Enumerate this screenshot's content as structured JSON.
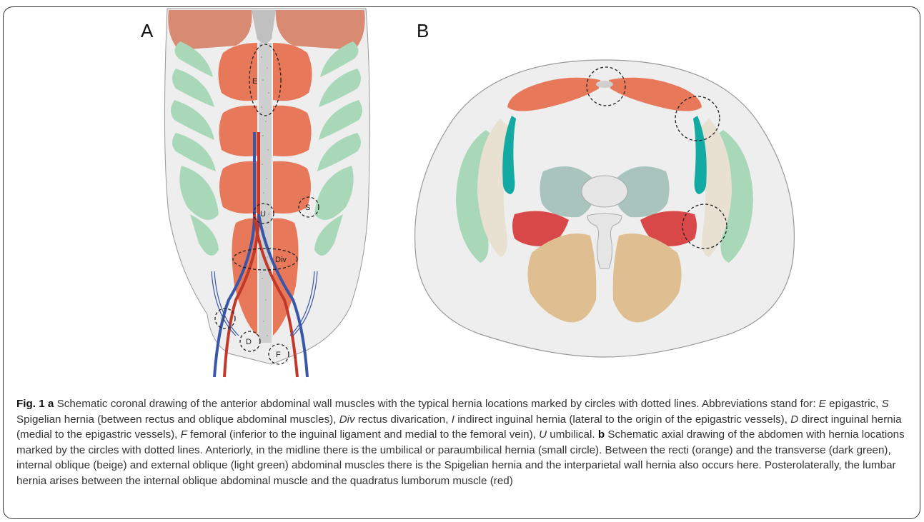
{
  "figure": {
    "panel_a_letter": "A",
    "panel_b_letter": "B",
    "labels": {
      "epigastric": "E",
      "spigelian": "S",
      "umbilical": "U",
      "divarication": "Div",
      "indirect": "I",
      "direct": "D",
      "femoral": "F"
    },
    "colors": {
      "rectus": "#e8785a",
      "external_oblique": "#a8d8b8",
      "transverse": "#14aaa4",
      "internal_oblique": "#e8e0d0",
      "quadratus": "#d94848",
      "psoas_blue": "#a8c4bc",
      "paraspinal": "#dfbf92",
      "background_wall": "#eeeeee"
    }
  },
  "caption": {
    "fig_label": "Fig. 1",
    "a_label": "a",
    "a_text_1": "Schematic coronal drawing of the anterior abdominal wall muscles with the typical hernia locations marked by circles with dotted lines. Abbreviations stand for:",
    "abbr_E": "E",
    "abbr_E_text": "epigastric,",
    "abbr_S": "S",
    "abbr_S_text": "Spigelian hernia (between rectus and oblique abdominal muscles),",
    "abbr_Div": "Div",
    "abbr_Div_text": "rectus divarication,",
    "abbr_I": "I",
    "abbr_I_text": "indirect inguinal hernia (lateral to the origin of the epigastric vessels),",
    "abbr_D": "D",
    "abbr_D_text": "direct inguinal hernia (medial to the epigastric vessels),",
    "abbr_F": "F",
    "abbr_F_text": "femoral (inferior to the inguinal ligament and medial to the femoral vein),",
    "abbr_U": "U",
    "abbr_U_text": "umbilical.",
    "b_label": "b",
    "b_text": "Schematic axial drawing of the abdomen with hernia locations marked by the circles with dotted lines. Anteriorly, in the midline there is the umbilical or paraumbilical hernia (small circle). Between the recti (orange) and the transverse (dark green), internal oblique (beige) and external oblique (light green) abdominal muscles there is the Spigelian hernia and the interparietal wall hernia also occurs here. Posterolaterally, the lumbar hernia arises between the internal oblique abdominal muscle and the quadratus lumborum muscle (red)"
  }
}
